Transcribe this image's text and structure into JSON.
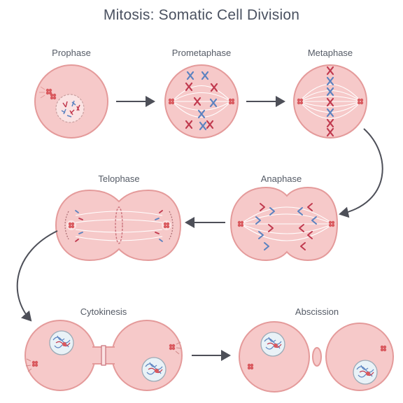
{
  "title": "Mitosis: Somatic Cell Division",
  "stages": [
    {
      "label": "Prophase"
    },
    {
      "label": "Prometaphase"
    },
    {
      "label": "Metaphase"
    },
    {
      "label": "Anaphase"
    },
    {
      "label": "Telophase"
    },
    {
      "label": "Cytokinesis"
    },
    {
      "label": "Abscission"
    }
  ],
  "colors": {
    "cell_fill": "#f6c9c9",
    "cell_stroke": "#e49a9a",
    "chromosome_red": "#c0394e",
    "chromosome_blue": "#5b82c0",
    "arrow": "#4d4f58",
    "spindle": "#ffffff"
  }
}
